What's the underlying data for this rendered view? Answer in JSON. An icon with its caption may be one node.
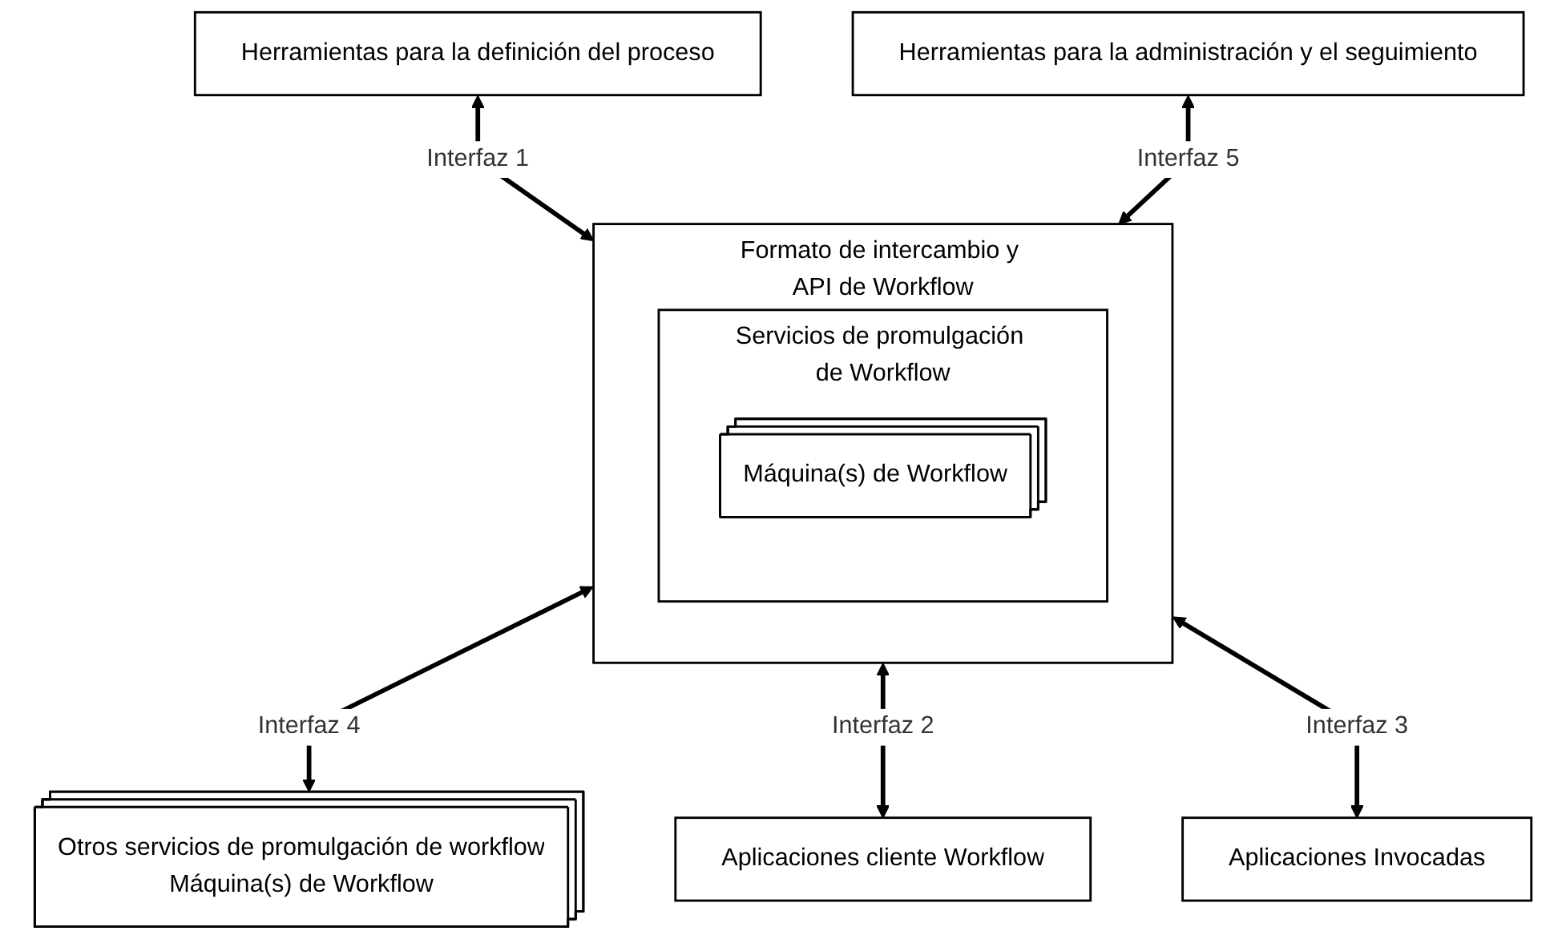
{
  "diagram": {
    "nodes": [
      {
        "text": [
          "Herramientas para la definición del proceso"
        ]
      },
      {
        "text": [
          "Formato de intercambio y API de Workflow"
        ]
      },
      {
        "text": [
          "Servicios de promulgación de Workflow"
        ],
        "in": 1
      },
      {
        "text": [
          "Máquina(s) de Workflow"
        ],
        "in": 2
      },
      {
        "text": [
          "Herramientas para la administración y el seguimiento"
        ]
      },
      {
        "text": [
          "Otros servicios de promulgación de workflow",
          "Máquina(s) de Workflow"
        ]
      },
      {
        "text": [
          "Aplicaciones cliente Workflow"
        ]
      },
      {
        "text": [
          "Aplicaciones Invocadas"
        ]
      }
    ],
    "edges": [
      {
        "from": 0,
        "to": 1,
        "arrow": "both",
        "label": "Interfaz 1"
      },
      {
        "from": 4,
        "to": 1,
        "arrow": "both",
        "label": "Interfaz 5"
      },
      {
        "from": 1,
        "to": 5,
        "arrow": "both",
        "label": "Interfaz 4"
      },
      {
        "from": 1,
        "to": 6,
        "arrow": "both",
        "label": "Interfaz 2"
      },
      {
        "from": 1,
        "to": 7,
        "arrow": "both",
        "label": "Interfaz 3"
      }
    ]
  }
}
